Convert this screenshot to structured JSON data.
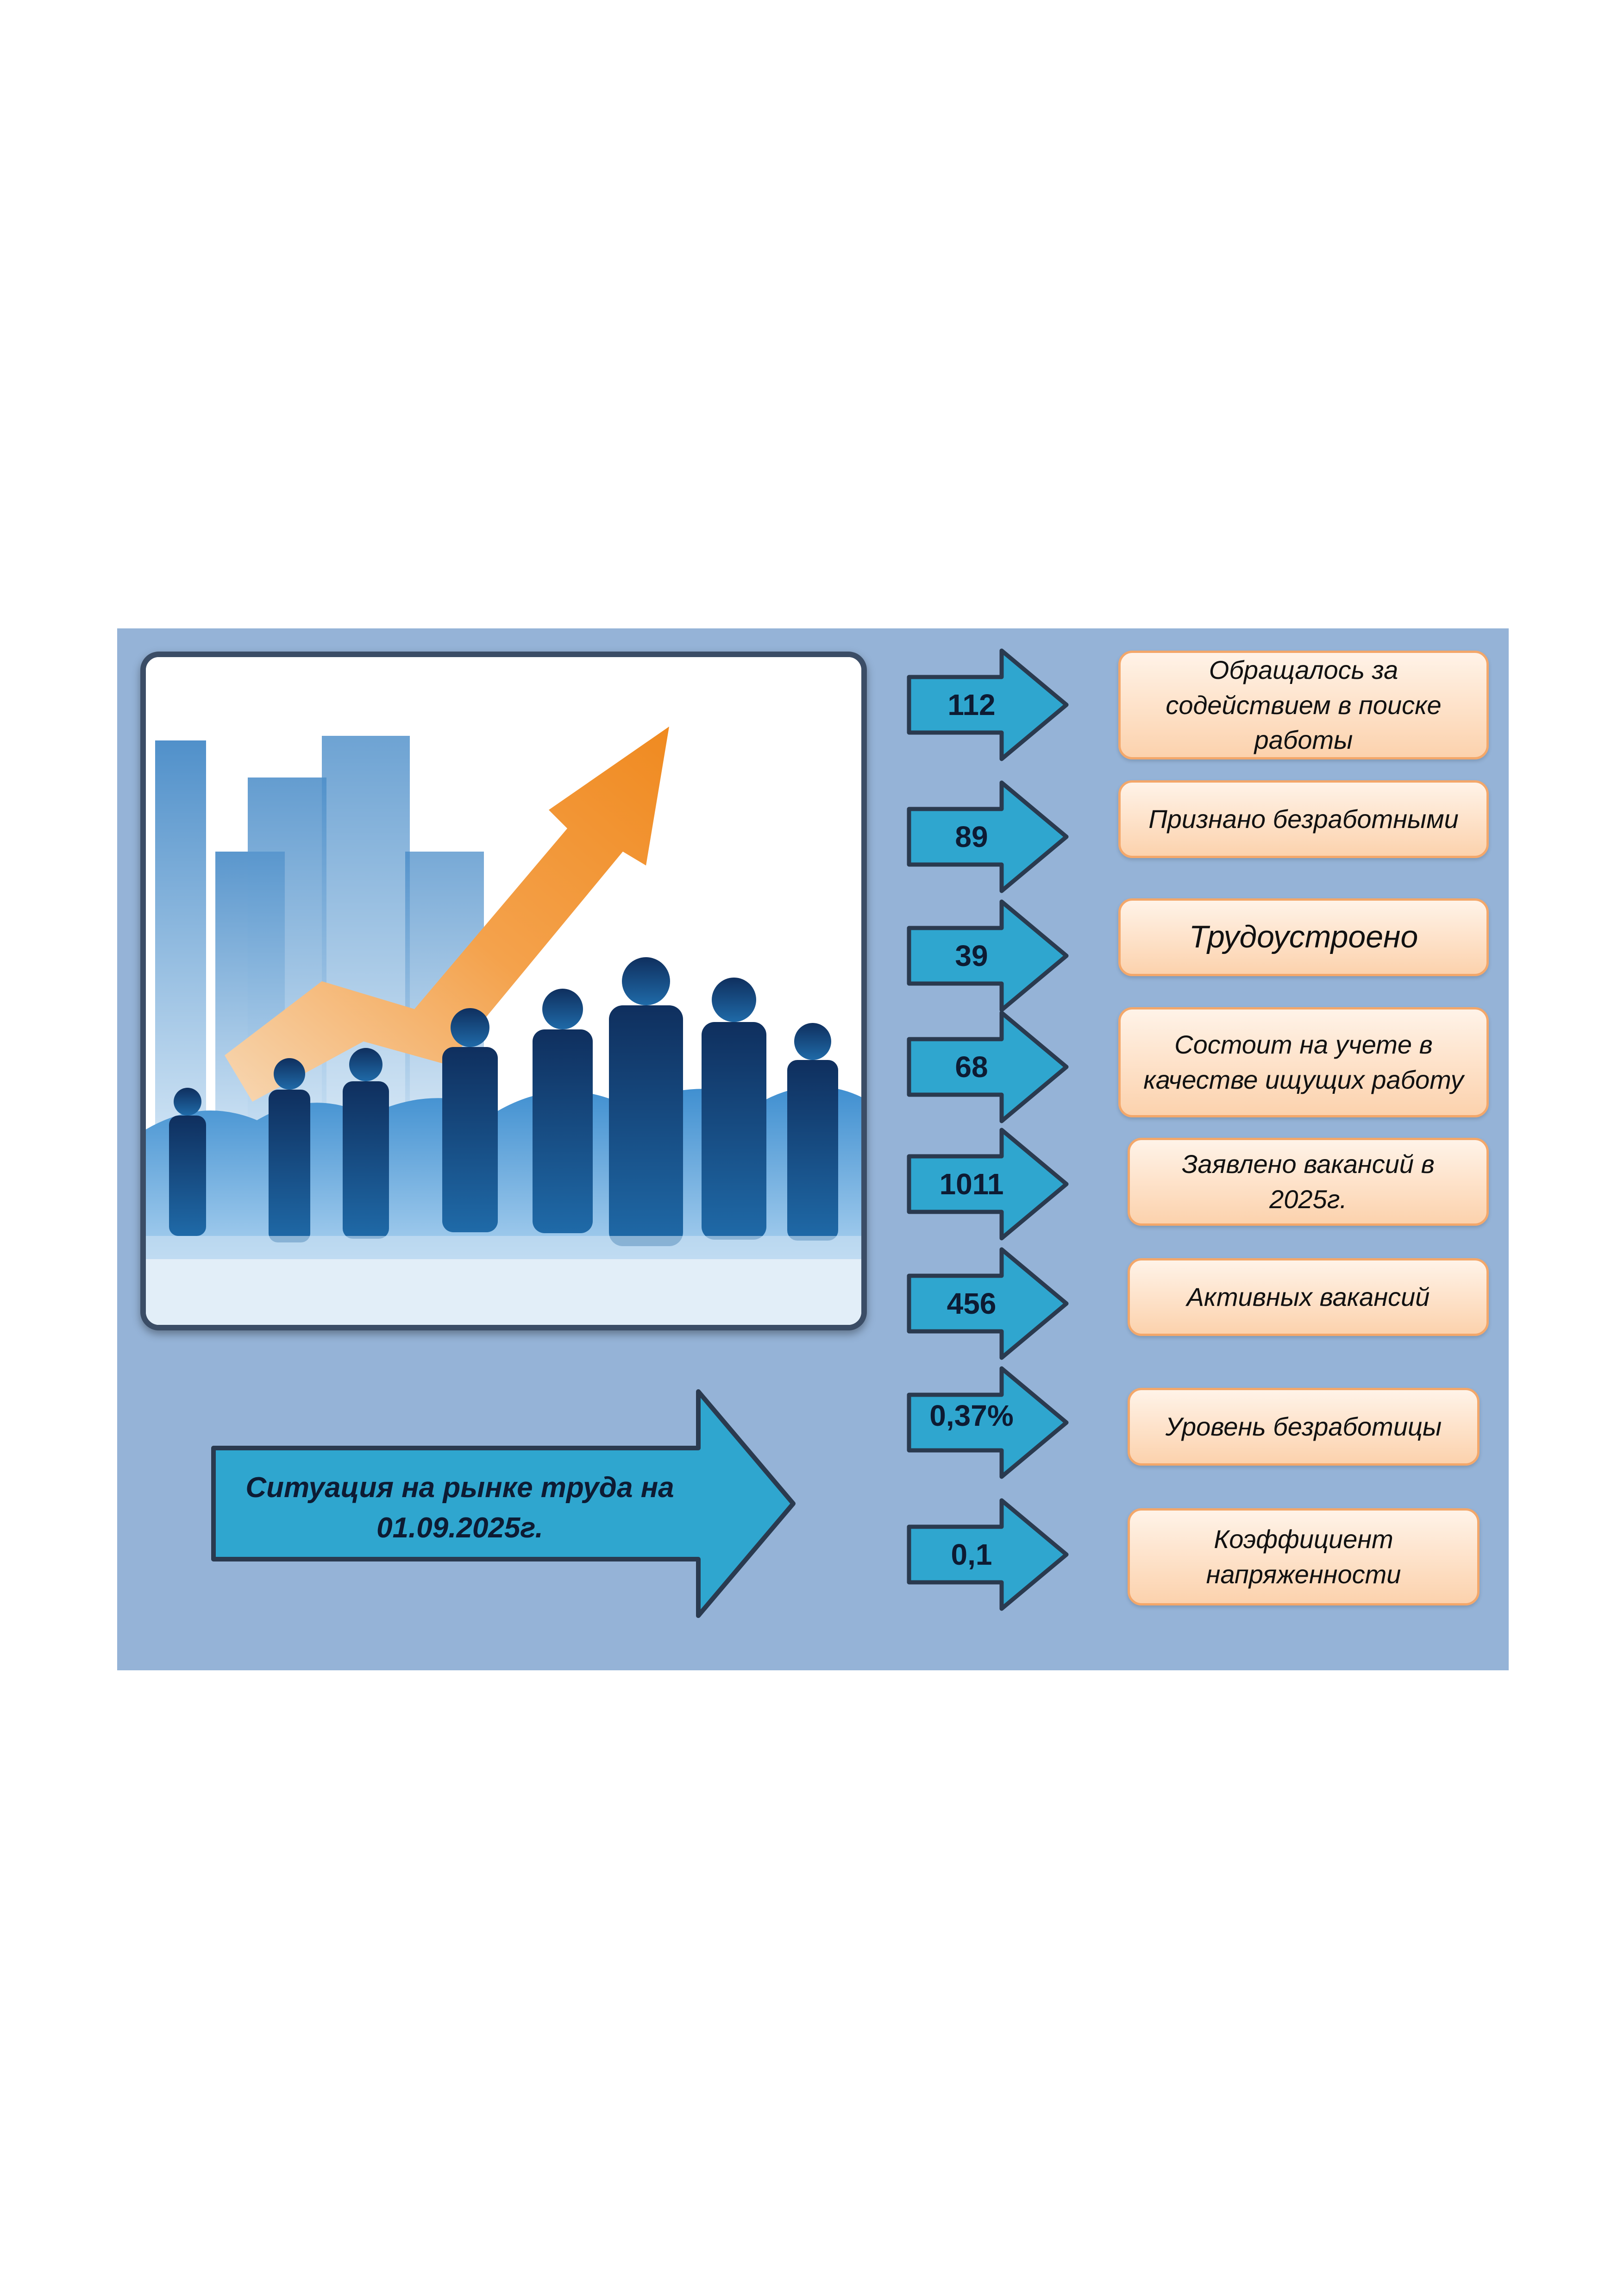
{
  "headline": "Ситуация на рынке труда на 01.09.2025г.",
  "stats": [
    {
      "value": "112",
      "label": "Обращалось за содействием в поиске работы"
    },
    {
      "value": "89",
      "label": "Признано безработными"
    },
    {
      "value": "39",
      "label": "Трудоустроено"
    },
    {
      "value": "68",
      "label": "Состоит на учете в качестве ищущих работу"
    },
    {
      "value": "1011",
      "label": "Заявлено вакансий в 2025г."
    },
    {
      "value": "456",
      "label": "Активных вакансий"
    },
    {
      "value": "0,37%",
      "label": "Уровень безработицы"
    },
    {
      "value": "0,1",
      "label": "Коэффициент напряженности"
    }
  ],
  "colors": {
    "panel": "#95b3d7",
    "arrow_fill": "#2fa6cf",
    "arrow_border": "#2a3a4f",
    "label_fill": "#fde0c5",
    "label_border": "#f3a76a"
  }
}
